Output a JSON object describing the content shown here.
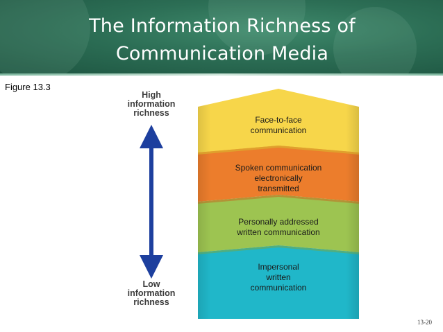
{
  "slide": {
    "title_lines": [
      "The Information Richness of",
      "Communication Media"
    ],
    "figure_label": "Figure 13.3",
    "slide_number": "13-20"
  },
  "axis": {
    "high_lines": [
      "High",
      "information",
      "richness"
    ],
    "low_lines": [
      "Low",
      "information",
      "richness"
    ],
    "arrow_color": "#1d3f9e"
  },
  "media": [
    {
      "lines": [
        "Face-to-face",
        "communication"
      ],
      "color": "#f7d64a"
    },
    {
      "lines": [
        "Spoken communication",
        "electronically",
        "transmitted"
      ],
      "color": "#ec7d2c"
    },
    {
      "lines": [
        "Personally addressed",
        "written communication"
      ],
      "color": "#9dc451"
    },
    {
      "lines": [
        "Impersonal",
        "written",
        "communication"
      ],
      "color": "#20b7c9"
    }
  ],
  "colors": {
    "header_green": "#2c6e55",
    "header_line": "#cfe6da"
  }
}
